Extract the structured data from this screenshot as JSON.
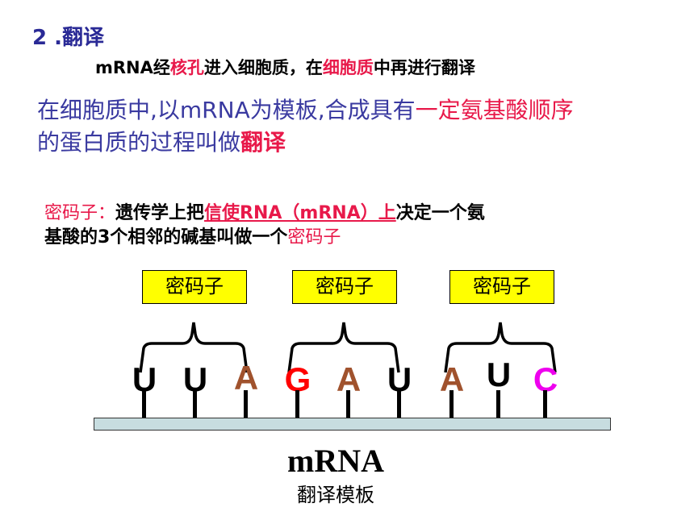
{
  "title": "2 .翻译",
  "line1": {
    "a": "mRNA经",
    "b": "核孔",
    "c": "进入细胞质，在",
    "d": "细胞质",
    "e": "中再进行翻译"
  },
  "definition": {
    "l1a": "在细胞质中,以mRNA为模板,合成具有",
    "l1b": "一定氨基酸顺序",
    "l2a": "的蛋白质的过程叫做",
    "l2b": "翻译"
  },
  "codon_def": {
    "term": "密码子：",
    "a": "遗传学上把",
    "b": "信使RNA（mRNA）上",
    "c": "决定一个氨",
    "d": "基酸的3个相邻的碱基叫做一个",
    "e": "密码子"
  },
  "codon_boxes": [
    "密码子",
    "密码子",
    "密码子"
  ],
  "bases": [
    {
      "letter": "U",
      "color": "#000000"
    },
    {
      "letter": "U",
      "color": "#000000"
    },
    {
      "letter": "A",
      "color": "#a0522d"
    },
    {
      "letter": "G",
      "color": "#ff0000"
    },
    {
      "letter": "A",
      "color": "#a0522d"
    },
    {
      "letter": "U",
      "color": "#000000"
    },
    {
      "letter": "A",
      "color": "#a0522d"
    },
    {
      "letter": "U",
      "color": "#000000"
    },
    {
      "letter": "C",
      "color": "#ee00ee"
    }
  ],
  "strand_label": "mRNA",
  "strand_sub": "翻译模板"
}
